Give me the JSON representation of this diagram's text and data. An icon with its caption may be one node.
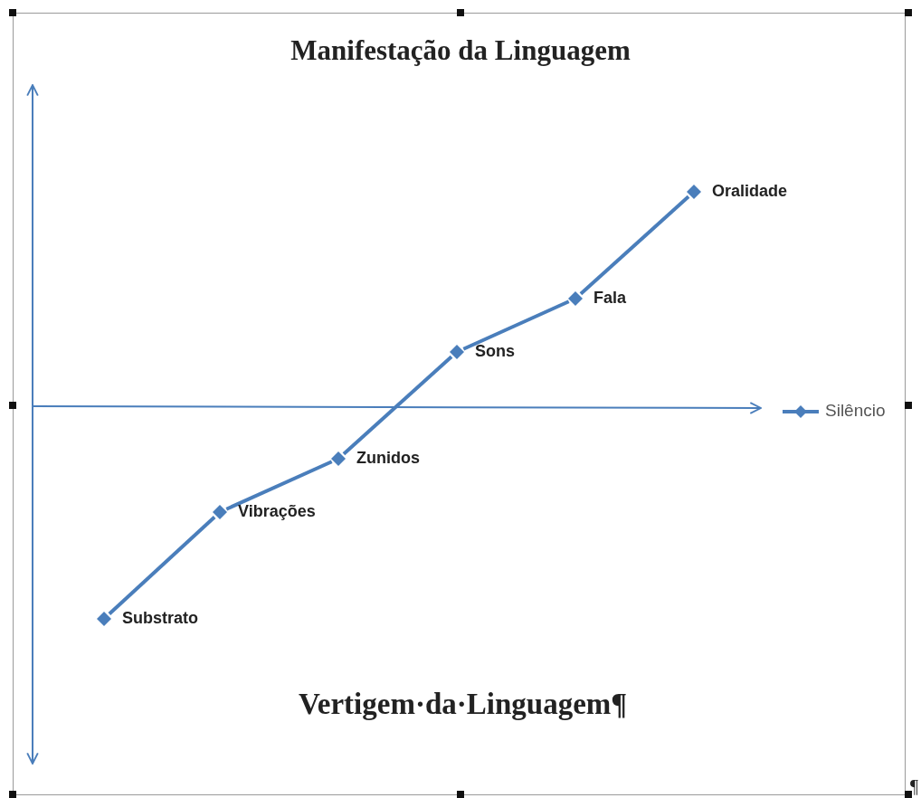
{
  "diagram": {
    "title": "Manifestação da Linguagem",
    "nodes": [
      {
        "text": [],
        "shape": "diamond",
        "beside": [
          "Substrato"
        ]
      },
      {
        "text": [],
        "shape": "diamond",
        "beside": [
          "Vibrações"
        ]
      },
      {
        "text": [],
        "shape": "diamond",
        "beside": [
          "Zunidos"
        ]
      },
      {
        "text": [],
        "shape": "diamond",
        "beside": [
          "Sons"
        ]
      },
      {
        "text": [],
        "shape": "diamond",
        "beside": [
          "Fala"
        ]
      },
      {
        "text": [],
        "shape": "diamond",
        "beside": [
          "Oralidade"
        ]
      }
    ],
    "edges": [
      {
        "from": 0,
        "to": 1,
        "arrow": "none"
      },
      {
        "from": 1,
        "to": 2,
        "arrow": "none"
      },
      {
        "from": 2,
        "to": 3,
        "arrow": "none"
      },
      {
        "from": 3,
        "to": 4,
        "arrow": "none"
      },
      {
        "from": 4,
        "to": 5,
        "arrow": "none"
      }
    ],
    "labels": [
      "Vertigem·da·Linguagem¶",
      "¶"
    ],
    "legend": [
      {
        "text": "Silêncio"
      }
    ]
  }
}
